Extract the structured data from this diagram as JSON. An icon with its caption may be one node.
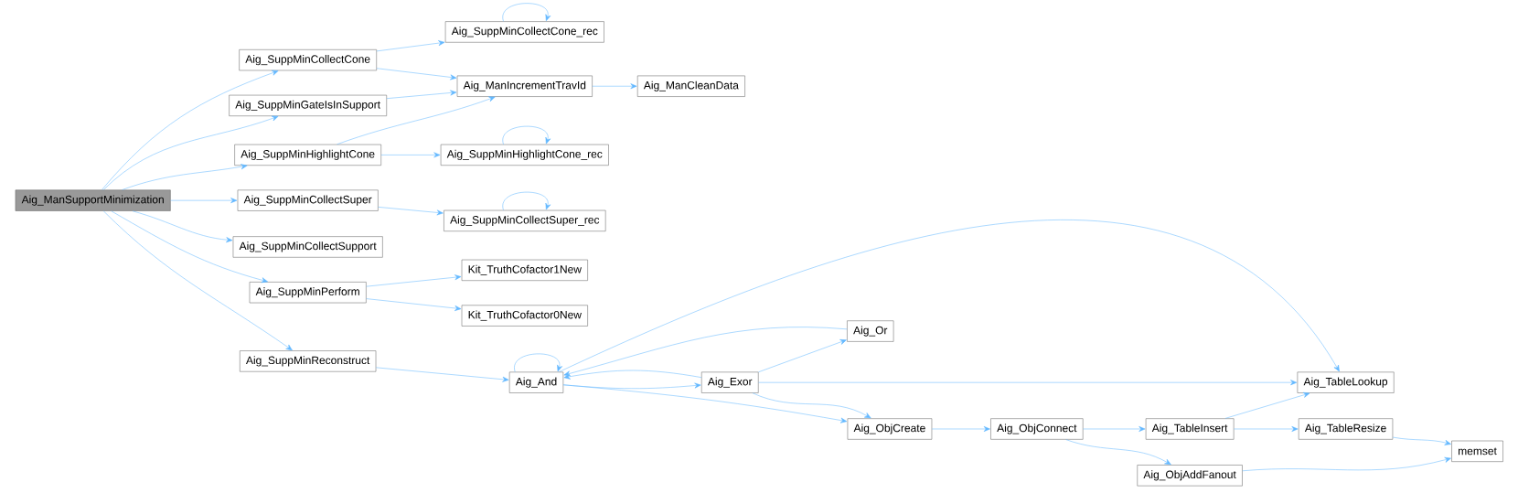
{
  "diagram": {
    "nodes": [
      {
        "text": [
          "Aig_ManSupportMinimization"
        ]
      },
      {
        "text": [
          "Aig_SuppMinCollectCone"
        ]
      },
      {
        "text": [
          "Aig_SuppMinCollectCone_rec"
        ]
      },
      {
        "text": [
          "Aig_ManIncrementTravId"
        ]
      },
      {
        "text": [
          "Aig_ManCleanData"
        ]
      },
      {
        "text": [
          "Aig_SuppMinGateIsInSupport"
        ]
      },
      {
        "text": [
          "Aig_SuppMinHighlightCone"
        ]
      },
      {
        "text": [
          "Aig_SuppMinHighlightCone_rec"
        ]
      },
      {
        "text": [
          "Aig_SuppMinCollectSuper"
        ]
      },
      {
        "text": [
          "Aig_SuppMinCollectSuper_rec"
        ]
      },
      {
        "text": [
          "Aig_SuppMinCollectSupport"
        ]
      },
      {
        "text": [
          "Aig_SuppMinPerform"
        ]
      },
      {
        "text": [
          "Kit_TruthCofactor1New"
        ]
      },
      {
        "text": [
          "Kit_TruthCofactor0New"
        ]
      },
      {
        "text": [
          "Aig_SuppMinReconstruct"
        ]
      },
      {
        "text": [
          "Aig_And"
        ]
      },
      {
        "text": [
          "Aig_Or"
        ]
      },
      {
        "text": [
          "Aig_Exor"
        ]
      },
      {
        "text": [
          "Aig_TableLookup"
        ]
      },
      {
        "text": [
          "Aig_ObjCreate"
        ]
      },
      {
        "text": [
          "Aig_ObjConnect"
        ]
      },
      {
        "text": [
          "Aig_TableInsert"
        ]
      },
      {
        "text": [
          "Aig_TableResize"
        ]
      },
      {
        "text": [
          "Aig_ObjAddFanout"
        ]
      },
      {
        "text": [
          "memset"
        ]
      }
    ],
    "edges": [
      {
        "from": 0,
        "to": 1,
        "arrow": "to"
      },
      {
        "from": 0,
        "to": 5,
        "arrow": "to"
      },
      {
        "from": 0,
        "to": 6,
        "arrow": "to"
      },
      {
        "from": 0,
        "to": 8,
        "arrow": "to"
      },
      {
        "from": 0,
        "to": 10,
        "arrow": "to"
      },
      {
        "from": 0,
        "to": 11,
        "arrow": "to"
      },
      {
        "from": 0,
        "to": 14,
        "arrow": "to"
      },
      {
        "from": 1,
        "to": 2,
        "arrow": "to"
      },
      {
        "from": 1,
        "to": 3,
        "arrow": "to"
      },
      {
        "from": 2,
        "to": 2,
        "arrow": "to"
      },
      {
        "from": 5,
        "to": 3,
        "arrow": "to"
      },
      {
        "from": 6,
        "to": 3,
        "arrow": "to"
      },
      {
        "from": 6,
        "to": 7,
        "arrow": "to"
      },
      {
        "from": 7,
        "to": 7,
        "arrow": "to"
      },
      {
        "from": 3,
        "to": 4,
        "arrow": "to"
      },
      {
        "from": 8,
        "to": 9,
        "arrow": "to"
      },
      {
        "from": 9,
        "to": 9,
        "arrow": "to"
      },
      {
        "from": 11,
        "to": 12,
        "arrow": "to"
      },
      {
        "from": 11,
        "to": 13,
        "arrow": "to"
      },
      {
        "from": 14,
        "to": 15,
        "arrow": "to"
      },
      {
        "from": 15,
        "to": 15,
        "arrow": "to"
      },
      {
        "from": 15,
        "to": 18,
        "arrow": "to"
      },
      {
        "from": 15,
        "to": 17,
        "arrow": "to"
      },
      {
        "from": 15,
        "to": 19,
        "arrow": "to"
      },
      {
        "from": 17,
        "to": 15,
        "arrow": "to"
      },
      {
        "from": 17,
        "to": 16,
        "arrow": "to"
      },
      {
        "from": 16,
        "to": 15,
        "arrow": "to"
      },
      {
        "from": 17,
        "to": 18,
        "arrow": "to"
      },
      {
        "from": 17,
        "to": 19,
        "arrow": "to"
      },
      {
        "from": 19,
        "to": 20,
        "arrow": "to"
      },
      {
        "from": 20,
        "to": 21,
        "arrow": "to"
      },
      {
        "from": 20,
        "to": 23,
        "arrow": "to"
      },
      {
        "from": 21,
        "to": 18,
        "arrow": "to"
      },
      {
        "from": 21,
        "to": 22,
        "arrow": "to"
      },
      {
        "from": 22,
        "to": 24,
        "arrow": "to"
      },
      {
        "from": 23,
        "to": 24,
        "arrow": "to"
      }
    ]
  }
}
